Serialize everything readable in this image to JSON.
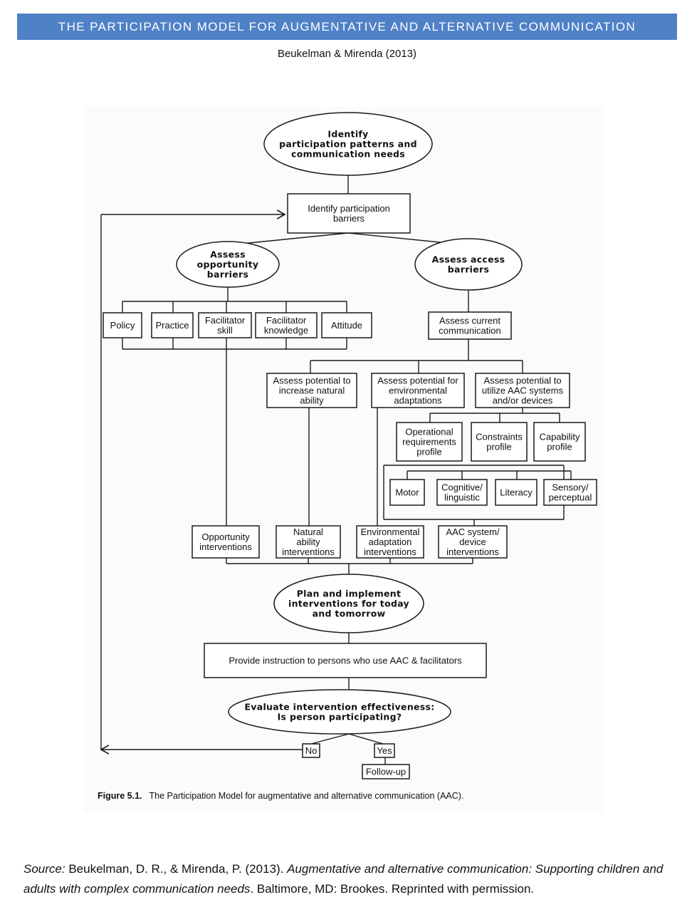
{
  "header": {
    "banner": "THE PARTICIPATION MODEL FOR AUGMENTATIVE AND ALTERNATIVE COMMUNICATION",
    "subtitle": "Beukelman & Mirenda (2013)"
  },
  "nodes": {
    "identify_patterns": [
      "Identify",
      "participation patterns and",
      "communication needs"
    ],
    "identify_barriers": [
      "Identify participation",
      "barriers"
    ],
    "assess_opportunity": [
      "Assess",
      "opportunity",
      "barriers"
    ],
    "assess_access": [
      "Assess access",
      "barriers"
    ],
    "policy": [
      "Policy"
    ],
    "practice": [
      "Practice"
    ],
    "facilitator_skill": [
      "Facilitator",
      "skill"
    ],
    "facilitator_knowledge": [
      "Facilitator",
      "knowledge"
    ],
    "attitude": [
      "Attitude"
    ],
    "assess_current": [
      "Assess current",
      "communication"
    ],
    "potential_natural": [
      "Assess potential to",
      "increase natural",
      "ability"
    ],
    "potential_environmental": [
      "Assess potential for",
      "environmental",
      "adaptations"
    ],
    "potential_aac": [
      "Assess potential to",
      "utilize AAC systems",
      "and/or devices"
    ],
    "operational": [
      "Operational",
      "requirements",
      "profile"
    ],
    "constraints": [
      "Constraints",
      "profile"
    ],
    "capability": [
      "Capability",
      "profile"
    ],
    "motor": [
      "Motor"
    ],
    "cognitive": [
      "Cognitive/",
      "linguistic"
    ],
    "literacy": [
      "Literacy"
    ],
    "sensory": [
      "Sensory/",
      "perceptual"
    ],
    "opportunity_interventions": [
      "Opportunity",
      "interventions"
    ],
    "natural_interventions": [
      "Natural",
      "ability",
      "interventions"
    ],
    "environmental_interventions": [
      "Environmental",
      "adaptation",
      "interventions"
    ],
    "aac_interventions": [
      "AAC system/",
      "device",
      "interventions"
    ],
    "plan_implement": [
      "Plan and implement",
      "interventions for today",
      "and tomorrow"
    ],
    "provide_instruction": [
      "Provide instruction to persons who use AAC & facilitators"
    ],
    "evaluate": [
      "Evaluate intervention effectiveness:",
      "Is person participating?"
    ],
    "no": [
      "No"
    ],
    "yes": [
      "Yes"
    ],
    "follow_up": [
      "Follow-up"
    ]
  },
  "caption": {
    "label": "Figure 5.1.",
    "text": "The Participation Model for augmentative and alternative communication (AAC)."
  },
  "source": {
    "lead": "Source:",
    "authors": " Beukelman, D. R., & Mirenda, P. (2013). ",
    "title": "Augmentative and alternative communication: Supporting children and adults with complex communication needs",
    "publisher": ". Baltimore, MD: Brookes. Reprinted with permission."
  }
}
